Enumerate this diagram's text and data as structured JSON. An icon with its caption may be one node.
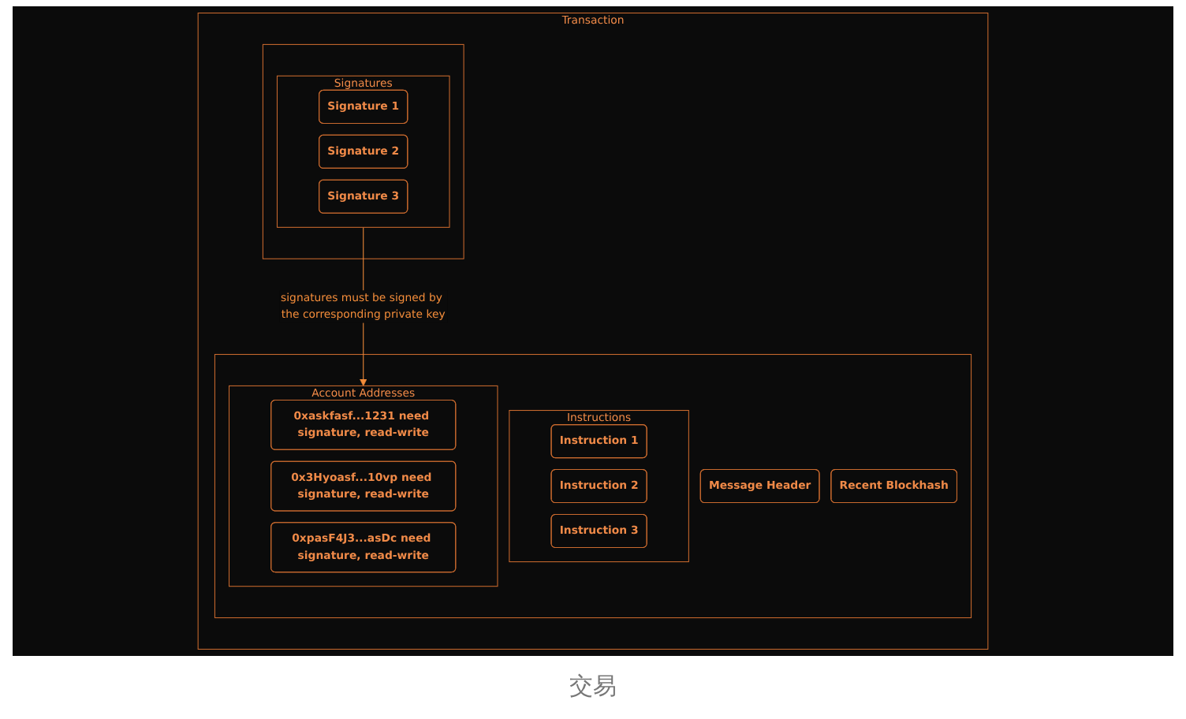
{
  "diagram": {
    "caption": "交易",
    "nodes": [
      {
        "text": [
          "Transaction"
        ]
      },
      {
        "text": [],
        "shape": "box",
        "in": 0
      },
      {
        "text": [
          "Message Header"
        ],
        "in": 1
      },
      {
        "text": [
          "Account Addresses"
        ],
        "in": 1
      },
      {
        "text": [
          "0xaskfasf...1231 need signature, read-write"
        ],
        "in": 3
      },
      {
        "text": [
          "0x3Hyoasf...10vp need signature, read-write"
        ],
        "in": 3
      },
      {
        "text": [
          "0xpasF4J3...asDc need signature, read-write"
        ],
        "in": 3
      },
      {
        "text": [
          "Recent Blockhash"
        ],
        "in": 1
      },
      {
        "text": [
          "Instructions"
        ],
        "in": 1
      },
      {
        "text": [
          "Instruction 1"
        ],
        "in": 8
      },
      {
        "text": [
          "Instruction 2"
        ],
        "in": 8
      },
      {
        "text": [
          "Instruction 3"
        ],
        "in": 8
      },
      {
        "text": [],
        "shape": "box",
        "in": 0
      },
      {
        "text": [
          "Signatures"
        ],
        "in": 12
      },
      {
        "text": [
          "Signature 1"
        ],
        "in": 13
      },
      {
        "text": [
          "Signature 2"
        ],
        "in": 13
      },
      {
        "text": [
          "Signature 3"
        ],
        "in": 13
      }
    ],
    "edges": [
      {
        "from": 13,
        "to": 3,
        "arrow": "to",
        "label": "signatures must be signed by the corresponding private key",
        "color": "#f28c3a"
      }
    ]
  }
}
